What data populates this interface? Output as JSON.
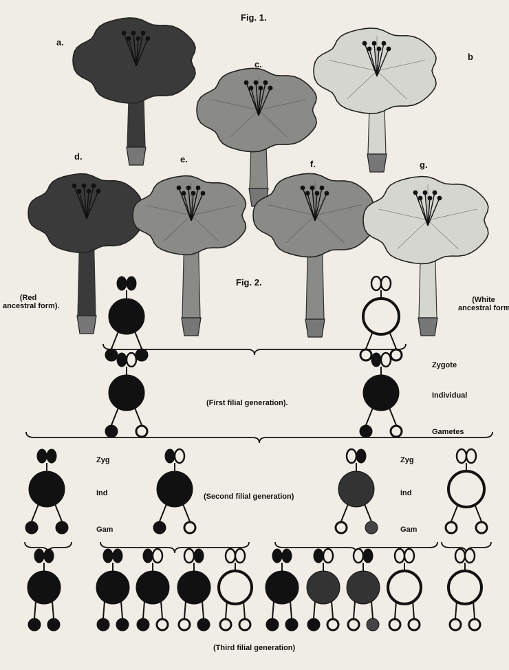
{
  "figure1": {
    "title": "Fig. 1.",
    "flower_labels": {
      "a": "a.",
      "b": "b",
      "c": "c.",
      "d": "d.",
      "e": "e.",
      "f": "f.",
      "g": "g."
    }
  },
  "figure2": {
    "title": "Fig. 2.",
    "red_ancestral": [
      "(Red",
      "ancestral form)."
    ],
    "white_ancestral": [
      "(White",
      "ancestral form)."
    ],
    "first_generation": "(First filial generation).",
    "second_generation": "(Second filial generation)",
    "third_generation": "(Third filial generation)",
    "row_labels": {
      "zygote": "Zygote",
      "individual": "Individual",
      "gametes": "Gametes"
    },
    "short_labels": {
      "zyg": "Zyg",
      "ind": "Ind",
      "gam": "Gam"
    }
  },
  "colors": {
    "background": "#efede5",
    "ink": "#111111",
    "dark_flower": "#3a3a3a",
    "mid_flower": "#8a8a86",
    "light_flower": "#d6d6d0"
  }
}
